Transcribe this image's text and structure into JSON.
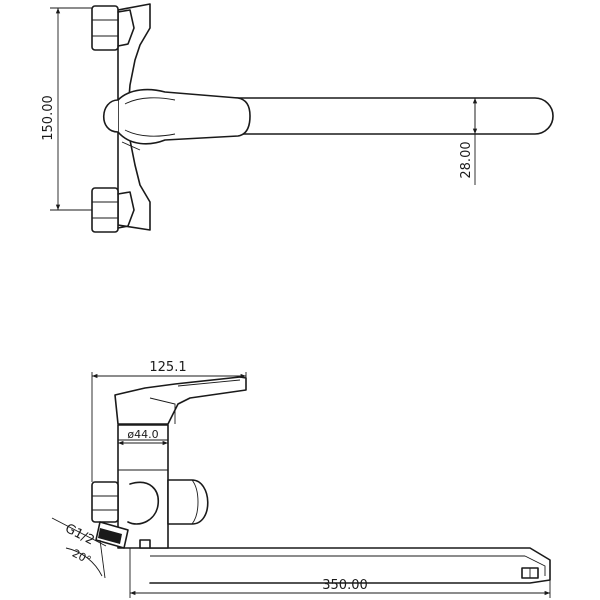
{
  "dimensions": {
    "top_height": "150.00",
    "spout_dia": "28.00",
    "handle_width": "125.1",
    "body_dia": "ø44.0",
    "thread": "G1/2",
    "angle": "20°",
    "spout_length": "350.00"
  }
}
